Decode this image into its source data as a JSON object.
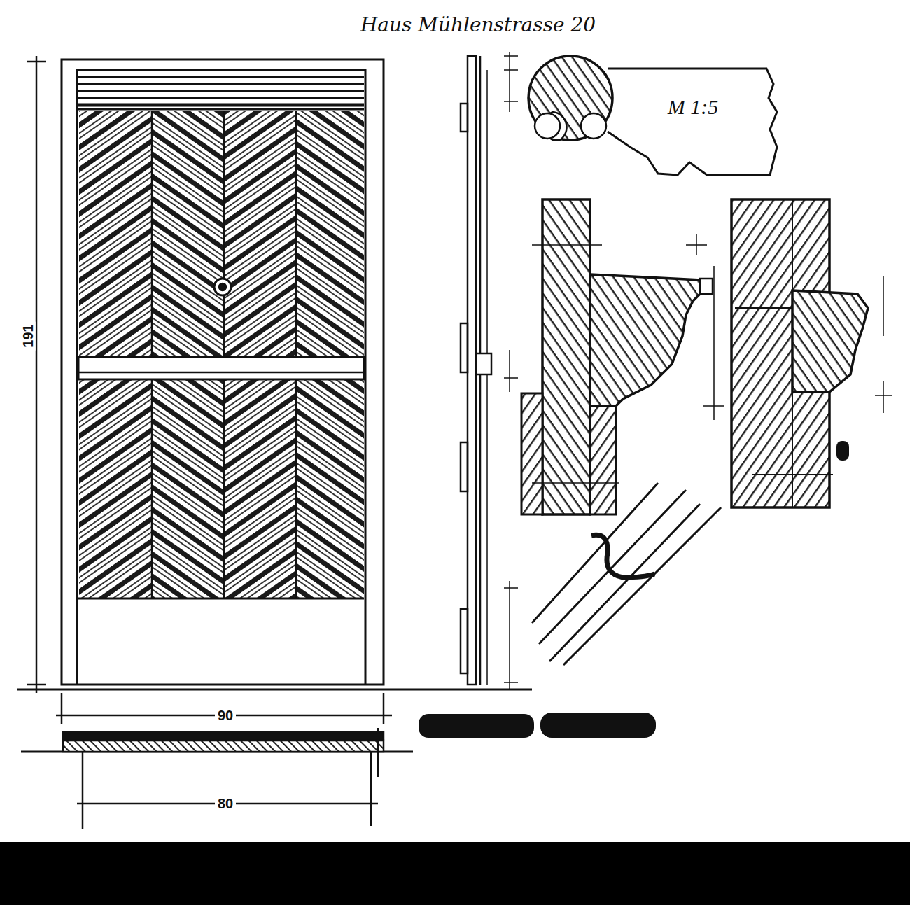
{
  "diagram": {
    "title": "Haus Mühlenstrasse 20",
    "labels": [
      "M 1:5",
      "191",
      "90",
      "80"
    ]
  }
}
